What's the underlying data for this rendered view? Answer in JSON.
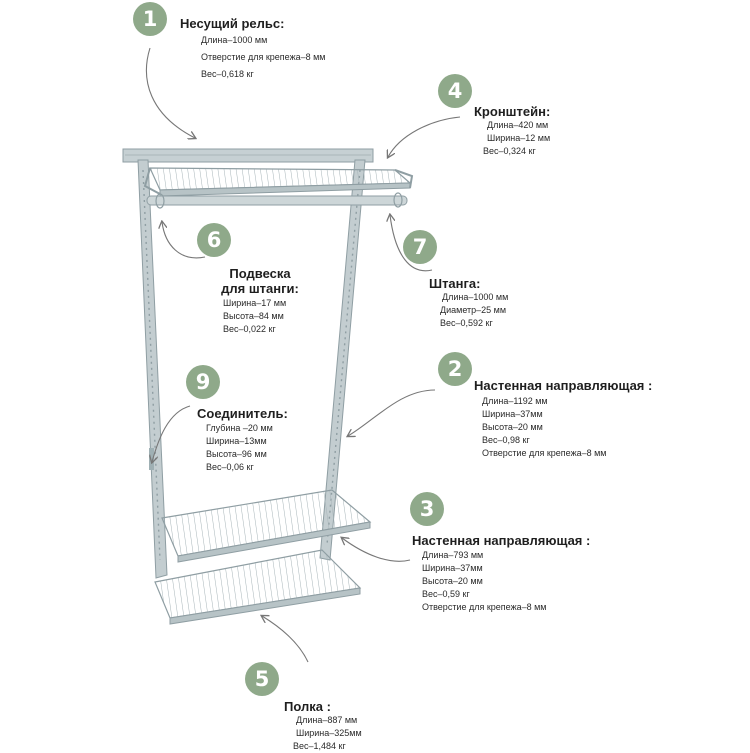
{
  "colors": {
    "badge": "#8fa98a",
    "frame": "#b9c5c8",
    "frame_dark": "#8f9ea3",
    "arrow": "#777777"
  },
  "components": [
    {
      "badge": "1",
      "title": "Несущий рельс:",
      "specs": [
        "Длина–1000 мм",
        "Отверстие для крепежа–8 мм",
        "Вес–0,618 кг"
      ]
    },
    {
      "badge": "4",
      "title": "Кронштейн:",
      "specs": [
        "Длина–420 мм",
        "Ширина–12 мм",
        "Вес–0,324 кг"
      ]
    },
    {
      "badge": "6",
      "title": "Подвеска для штанги:",
      "title_lines": [
        "Подвеска",
        "для штанги:"
      ],
      "specs": [
        "Ширина–17 мм",
        "Высота–84 мм",
        "Вес–0,022 кг"
      ]
    },
    {
      "badge": "7",
      "title": "Штанга:",
      "specs": [
        "Длина–1000 мм",
        "Диаметр–25 мм",
        "Вес–0,592 кг"
      ]
    },
    {
      "badge": "2",
      "title": "Настенная направляющая :",
      "specs": [
        "Длина–1192 мм",
        "Ширина–37мм",
        "Высота–20 мм",
        "Вес–0,98 кг",
        "Отверстие для крепежа–8 мм"
      ]
    },
    {
      "badge": "9",
      "title": "Соединитель:",
      "specs": [
        "Глубина –20 мм",
        "Ширина–13мм",
        "Высота–96 мм",
        "Вес–0,06 кг"
      ]
    },
    {
      "badge": "3",
      "title": "Настенная направляющая :",
      "specs": [
        "Длина–793 мм",
        "Ширина–37мм",
        "Высота–20 мм",
        "Вес–0,59 кг",
        "Отверстие для крепежа–8 мм"
      ]
    },
    {
      "badge": "5",
      "title": "Полка :",
      "specs": [
        "Длина–887 мм",
        "Ширина–325мм",
        "Вес–1,484 кг"
      ]
    }
  ]
}
